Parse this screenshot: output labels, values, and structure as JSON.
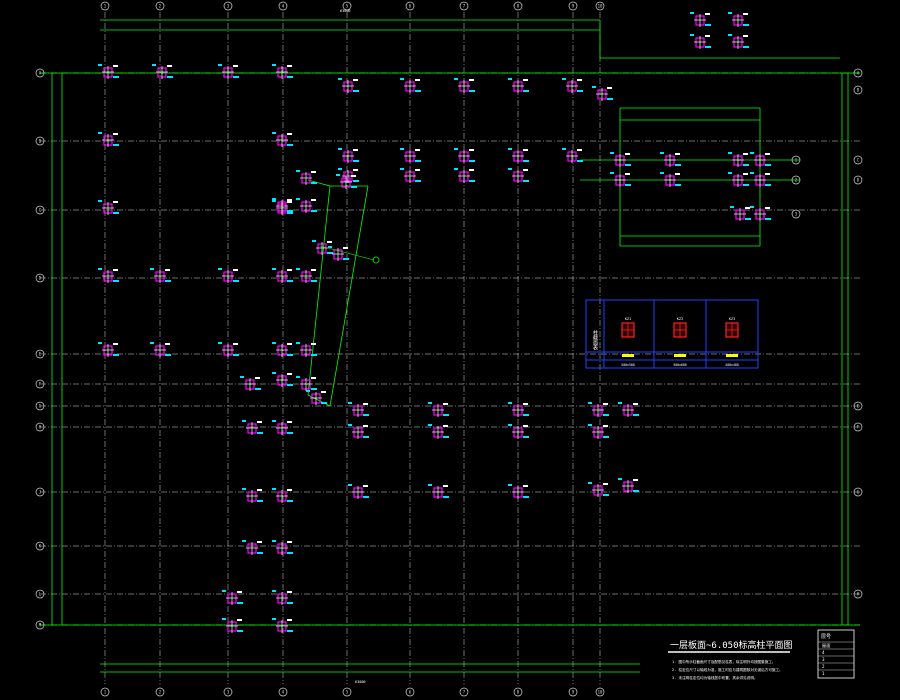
{
  "colors": {
    "background": "#000000",
    "grid_green": "#00ff00",
    "axis_white": "#d8d8d8",
    "column_magenta": "#ff00ff",
    "label_cyan": "#00e5ff",
    "label_white": "#ffffff",
    "section_red": "#ff2020",
    "legend_yellow": "#ffff00",
    "panel_blue": "#2040ff"
  },
  "drawing": {
    "title": "一层板面~6.050标高柱平面图",
    "notes": [
      "1. 图中所示柱截面尺寸及配筋见柱表，除注明外均按图集施工。",
      "2. 柱定位尺寸以轴线为准，施工时应与建筑图核对无误后方可施工。",
      "3. 未注明柱定位均为轴线居中布置，其余详见说明。"
    ]
  },
  "axes": {
    "bottom": [
      "1",
      "2",
      "3",
      "4",
      "5",
      "6",
      "7",
      "8",
      "9",
      "10"
    ],
    "top": [
      "1",
      "2",
      "3",
      "4",
      "5",
      "6",
      "7",
      "8",
      "9",
      "10"
    ],
    "left": [
      "A",
      "B",
      "C",
      "D",
      "E",
      "F",
      "G",
      "H",
      "J",
      "K",
      "L",
      "M",
      "N"
    ],
    "right": [
      "A",
      "B",
      "C",
      "D",
      "E",
      "F",
      "G",
      "H"
    ],
    "detail": [
      "1",
      "2",
      "3"
    ]
  },
  "column_sections": {
    "title": "柱截面表",
    "items": [
      {
        "id": "KZ1",
        "size": "500x500"
      },
      {
        "id": "KZ2",
        "size": "500x600"
      },
      {
        "id": "KZ3",
        "size": "400x400"
      }
    ]
  },
  "level_table": {
    "header": "层号",
    "rows": [
      "屋面",
      "4",
      "3",
      "2",
      "1"
    ]
  },
  "dimensions": {
    "overall": "63000"
  }
}
